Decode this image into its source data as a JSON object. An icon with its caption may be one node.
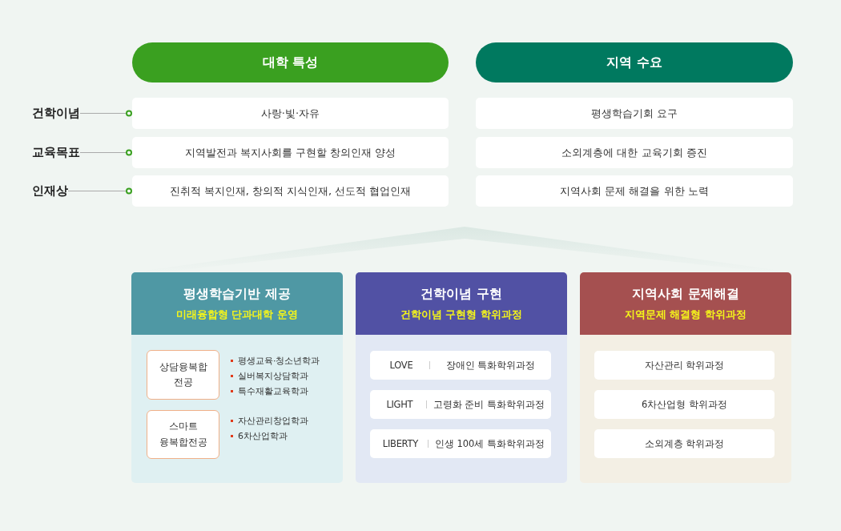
{
  "diagram": {
    "nodes": [
      {
        "text": [
          "대학 특성"
        ]
      },
      {
        "text": [
          "지역 수요"
        ]
      },
      {
        "text": [
          "건학이념"
        ]
      },
      {
        "text": [
          "교육목표"
        ]
      },
      {
        "text": [
          "인재상"
        ]
      },
      {
        "text": [
          "사랑·빛·자유"
        ]
      },
      {
        "text": [
          "지역발전과 복지사회를 구현할 창의인재 양성"
        ]
      },
      {
        "text": [
          "진취적 복지인재, 창의적 지식인재, 선도적 협업인재"
        ]
      },
      {
        "text": [
          "평생학습기회 요구"
        ]
      },
      {
        "text": [
          "소외계층에 대한 교육기회 증진"
        ]
      },
      {
        "text": [
          "지역사회 문제 해결을 위한 노력"
        ]
      },
      {
        "text": [
          "평생학습기반 제공",
          "미래융합형 단과대학 운영"
        ]
      },
      {
        "text": [
          "상담융복합 전공"
        ],
        "in": 11,
        "beside": [
          "평생교육·청소년학과",
          "실버복지상담학과",
          "특수재활교육학과"
        ]
      },
      {
        "text": [
          "스마트 융복합전공"
        ],
        "in": 11,
        "beside": [
          "자산관리창업학과",
          "6차산업학과"
        ]
      },
      {
        "text": [
          "건학이념 구현",
          "건학이념 구현형 학위과정"
        ]
      },
      {
        "text": [
          "LOVE",
          "장애인 특화학위과정"
        ],
        "in": 14
      },
      {
        "text": [
          "LIGHT",
          "고령화 준비 특화학위과정"
        ],
        "in": 14
      },
      {
        "text": [
          "LIBERTY",
          "인생 100세 특화학위과정"
        ],
        "in": 14
      },
      {
        "text": [
          "지역사회 문제해결",
          "지역문제 해결형 학위과정"
        ]
      },
      {
        "text": [
          "자산관리 학위과정"
        ],
        "in": 18
      },
      {
        "text": [
          "6차산업형 학위과정"
        ],
        "in": 18
      },
      {
        "text": [
          "소외계층 학위과정"
        ],
        "in": 18
      }
    ],
    "edges": [
      {
        "from": 2,
        "to": 5,
        "arrow": "other"
      },
      {
        "from": 3,
        "to": 6,
        "arrow": "other"
      },
      {
        "from": 4,
        "to": 7,
        "arrow": "other"
      }
    ]
  }
}
